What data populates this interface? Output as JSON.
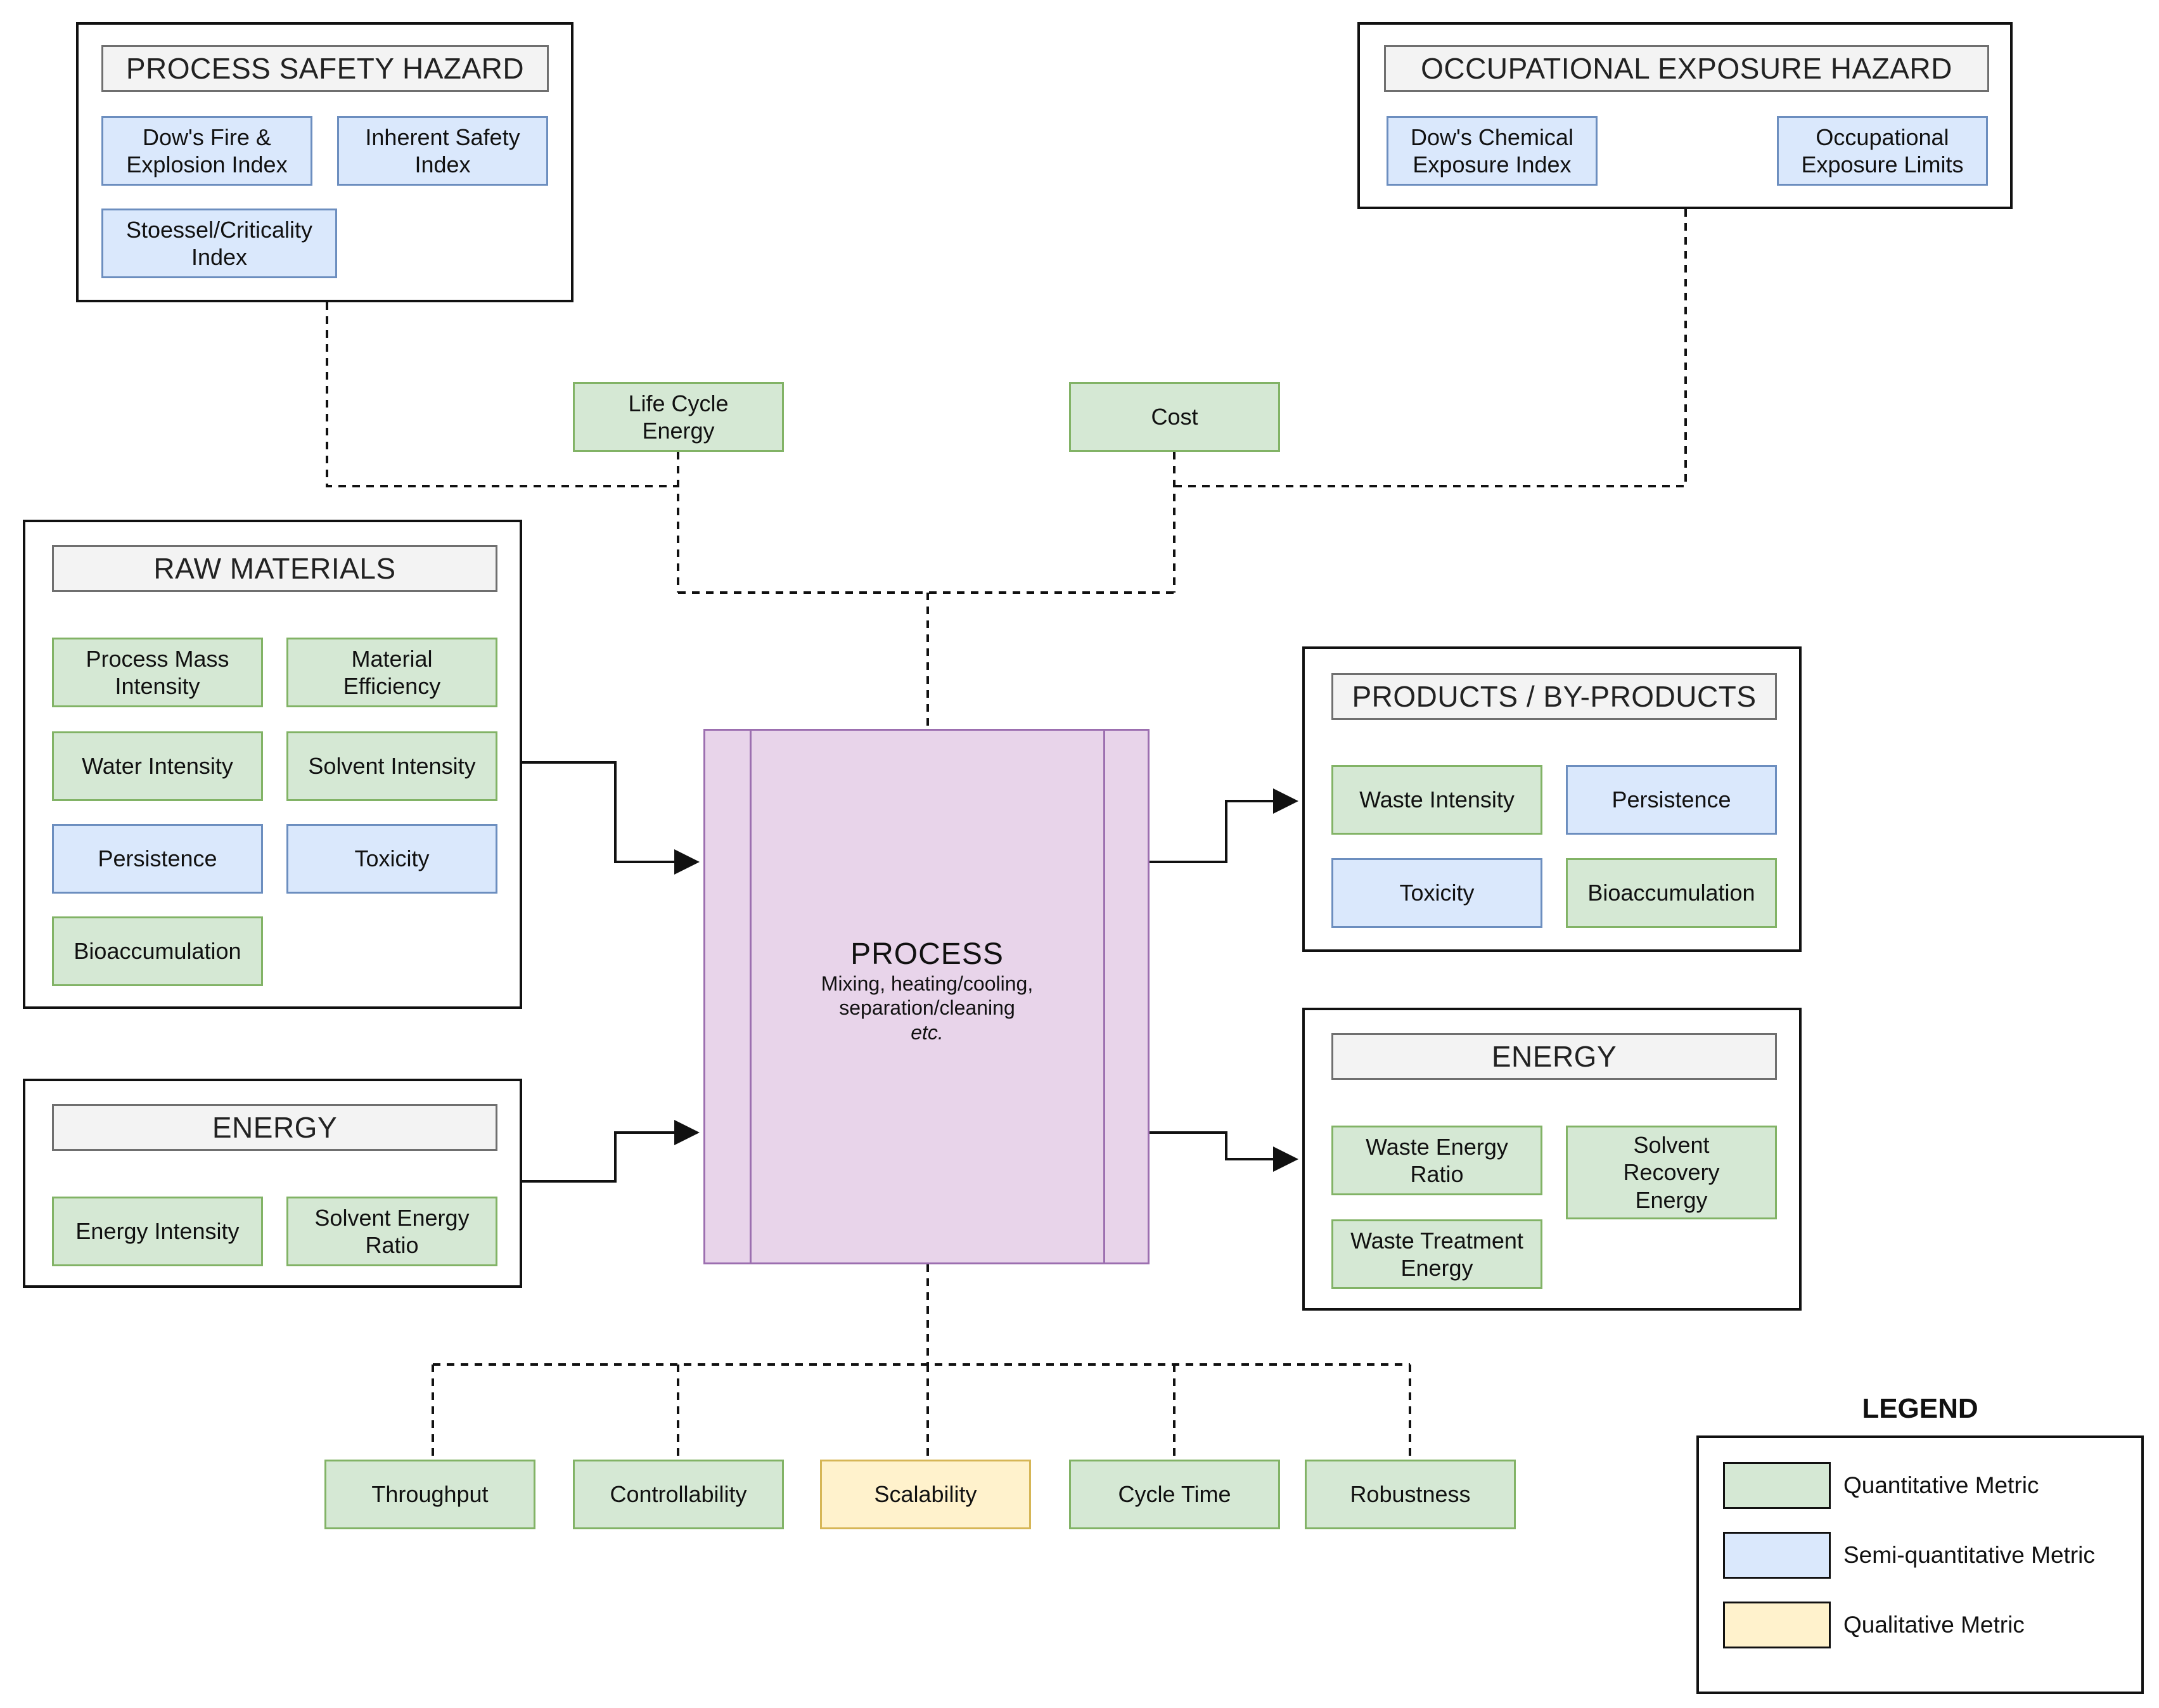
{
  "groups": {
    "process_safety": {
      "title": "PROCESS SAFETY HAZARD",
      "metrics": [
        "Dow's Fire &\nExplosion Index",
        "Inherent Safety\nIndex",
        "Stoessel/Criticality\nIndex"
      ]
    },
    "occupational": {
      "title": "OCCUPATIONAL EXPOSURE HAZARD",
      "metrics": [
        "Dow's Chemical\nExposure Index",
        "Occupational\nExposure Limits"
      ]
    },
    "raw_materials": {
      "title": "RAW MATERIALS",
      "metrics": [
        "Process Mass\nIntensity",
        "Material\nEfficiency",
        "Water Intensity",
        "Solvent Intensity",
        "Persistence",
        "Toxicity",
        "Bioaccumulation"
      ]
    },
    "energy_in": {
      "title": "ENERGY",
      "metrics": [
        "Energy Intensity",
        "Solvent Energy\nRatio"
      ]
    },
    "products": {
      "title": "PRODUCTS / BY-PRODUCTS",
      "metrics": [
        "Waste Intensity",
        "Persistence",
        "Toxicity",
        "Bioaccumulation"
      ]
    },
    "energy_out": {
      "title": "ENERGY",
      "metrics": [
        "Waste Energy\nRatio",
        "Solvent\nRecovery\nEnergy",
        "Waste Treatment\nEnergy"
      ]
    }
  },
  "top_metrics": [
    "Life Cycle\nEnergy",
    "Cost"
  ],
  "process": {
    "title": "PROCESS",
    "description": "Mixing, heating/cooling,\nseparation/cleaning",
    "etc": "etc."
  },
  "bottom_metrics": [
    "Throughput",
    "Controllability",
    "Scalability",
    "Cycle Time",
    "Robustness"
  ],
  "legend": {
    "title": "LEGEND",
    "items": [
      "Quantitative Metric",
      "Semi-quantitative Metric",
      "Qualitative Metric"
    ]
  },
  "colors": {
    "quantitative_fill": "#d5e8d4",
    "quantitative_border": "#82b366",
    "semi_quantitative_fill": "#dae8fc",
    "semi_quantitative_border": "#6c8ebf",
    "qualitative_fill": "#fff2cc",
    "qualitative_border": "#d6b656",
    "process_fill": "#e8d4ea",
    "process_border": "#9c6fb0"
  }
}
